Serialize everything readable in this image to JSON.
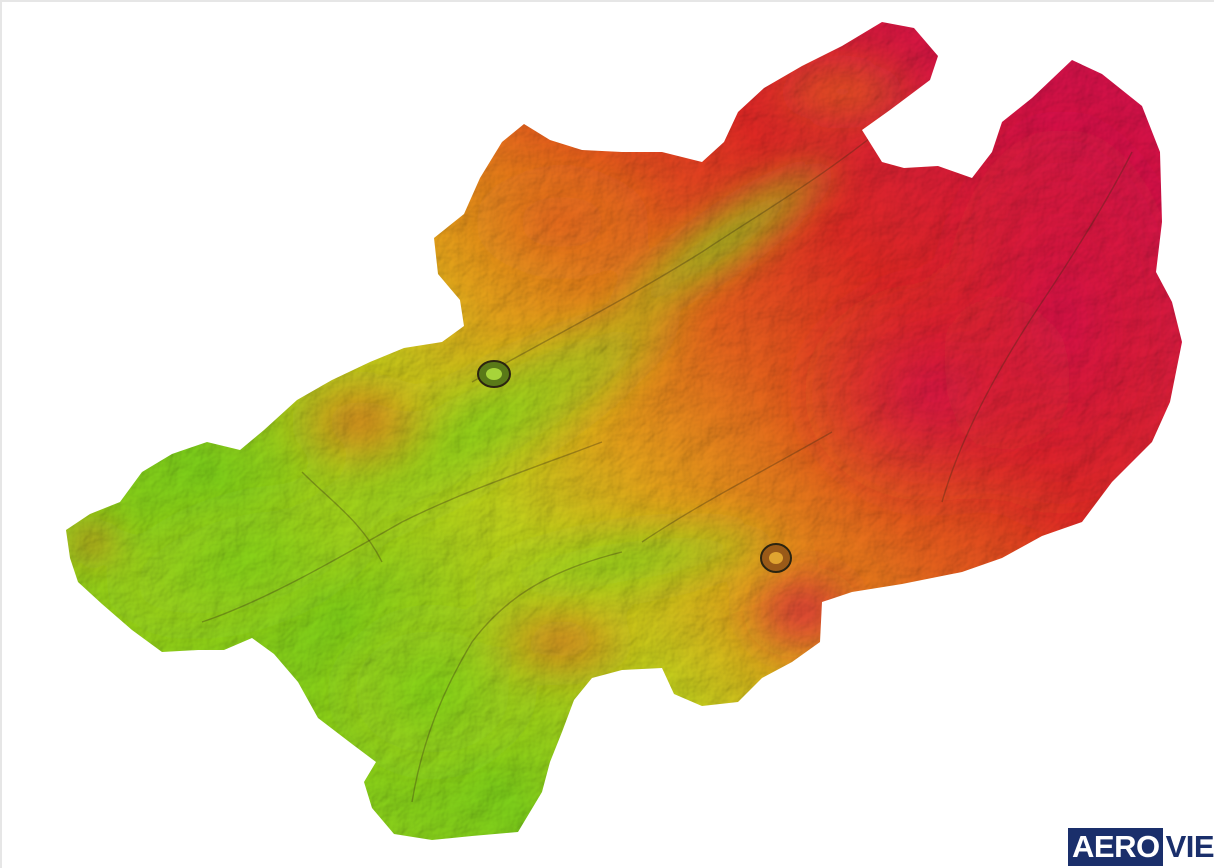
{
  "map": {
    "description_icon": "terrain-elevation-map",
    "colors": {
      "low": "#7bd21a",
      "low_mid": "#c8d81c",
      "mid": "#e9a01a",
      "high_mid": "#e9561d",
      "high": "#e3162c",
      "peak": "#d8104e",
      "shadow": "#3a2a12"
    }
  },
  "logo": {
    "part_boxed": "AERO",
    "part_plain": "VIEW",
    "box_color": "#1a2f6b",
    "text_color": "#1a2f6b"
  }
}
